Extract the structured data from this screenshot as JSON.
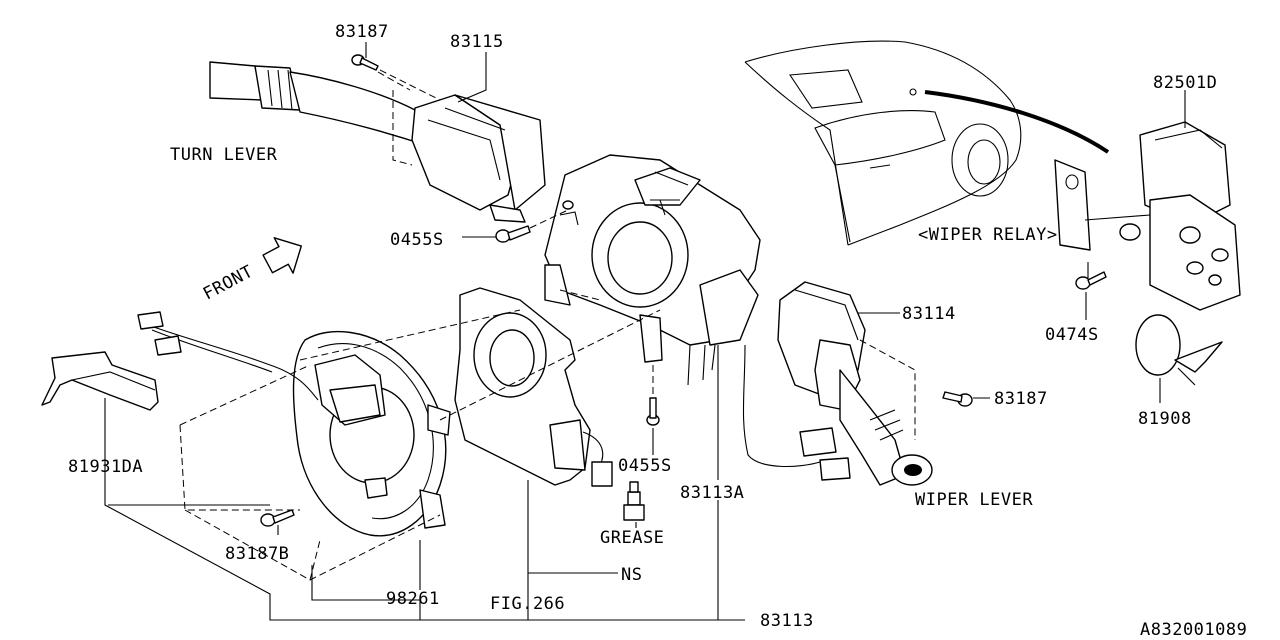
{
  "diagram_id": "A832001089",
  "labels": {
    "p83187_top": "83187",
    "p83115": "83115",
    "turn_lever": "TURN LEVER",
    "p0455S_upper": "0455S",
    "front": "FRONT",
    "p82501D": "82501D",
    "wiper_relay": "<WIPER RELAY>",
    "p83114": "83114",
    "p0474S": "0474S",
    "p83187_right": "83187",
    "p81908": "81908",
    "p81931DA": "81931DA",
    "p0455S_lower": "0455S",
    "p83113A": "83113A",
    "wiper_lever": "WIPER LEVER",
    "grease": "GREASE",
    "p83187B": "83187B",
    "ns": "NS",
    "p98261": "98261",
    "fig266": "FIG.266",
    "p83113": "83113"
  }
}
